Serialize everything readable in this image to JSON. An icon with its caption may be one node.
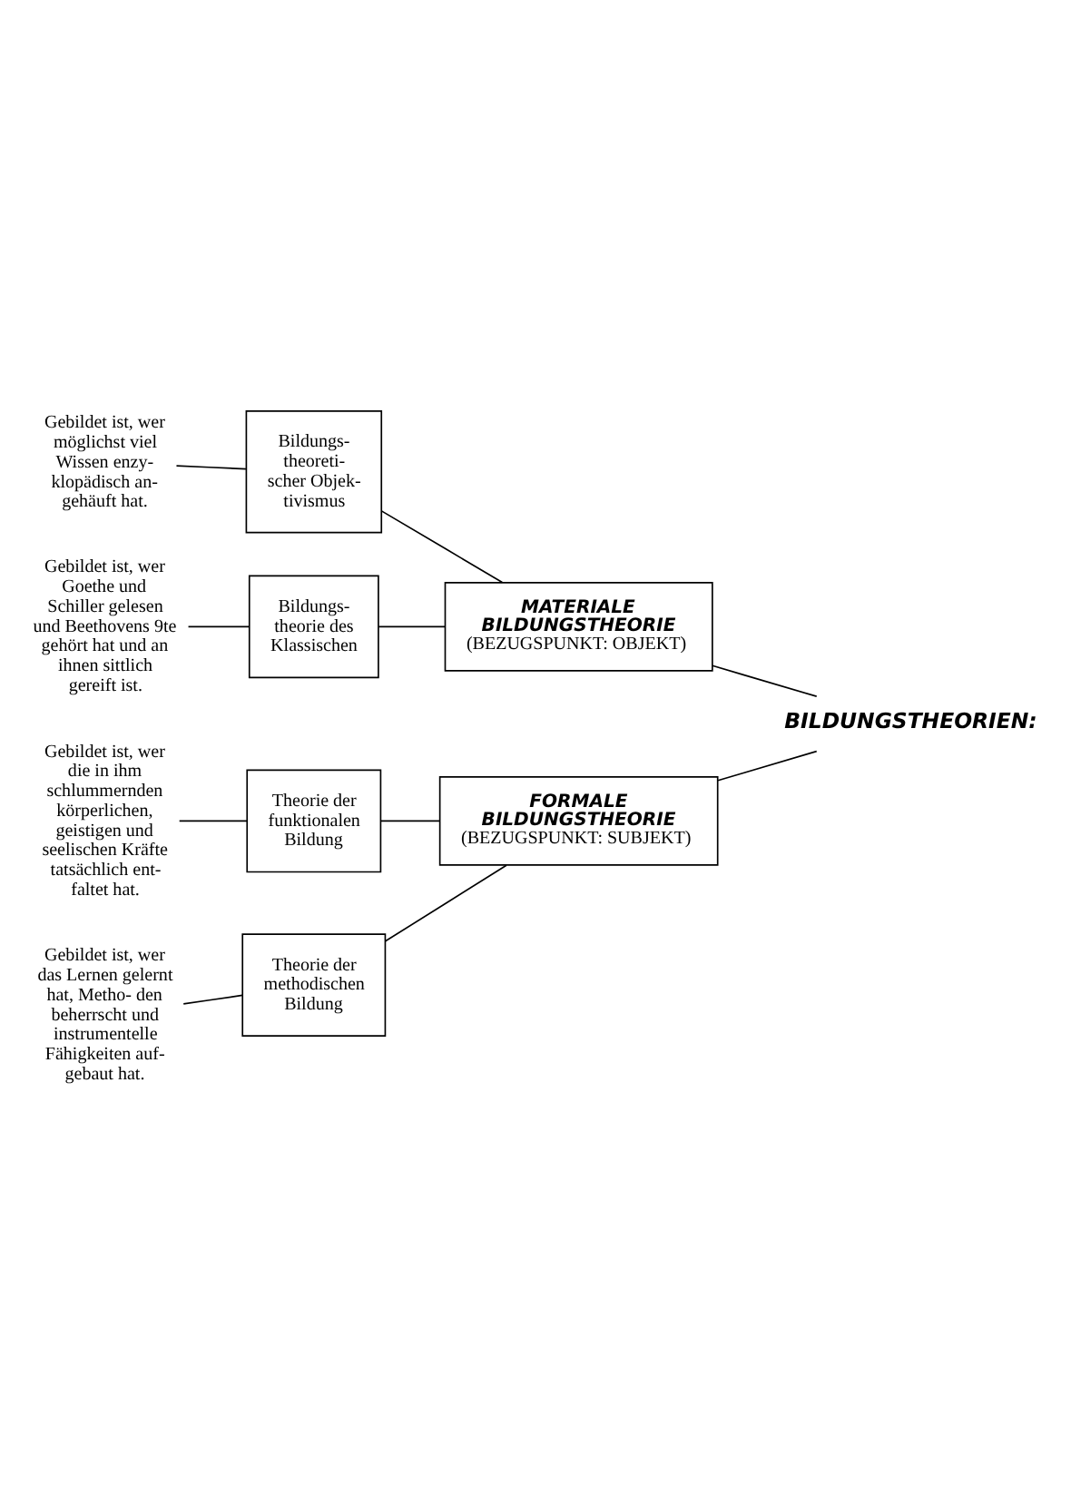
{
  "diagram": {
    "nodes": [
      {
        "text": [
          "BILDUNGSTHEORIEN:"
        ]
      },
      {
        "text": [
          "MATERIALE BILDUNGSTHEORIE",
          "(BEZUGSPUNKT: OBJEKT)"
        ]
      },
      {
        "text": [
          "FORMALE BILDUNGSTHEORIE",
          "(BEZUGSPUNKT: SUBJEKT)"
        ]
      },
      {
        "text": [
          "Bildungs- theoreti- scher Objek- tivismus"
        ]
      },
      {
        "text": [
          "Bildungs- theorie des Klassischen"
        ]
      },
      {
        "text": [
          "Theorie der funktionalen Bildung"
        ]
      },
      {
        "text": [
          "Theorie der methodischen Bildung"
        ]
      },
      {
        "text": [
          "Gebildet ist, wer möglichst viel Wissen enzy- klopädisch an- gehäuft hat."
        ]
      },
      {
        "text": [
          "Gebildet ist, wer Goethe und Schiller gelesen und Beethovens 9te gehört hat und an ihnen sittlich gereift ist."
        ]
      },
      {
        "text": [
          "Gebildet ist, wer die in ihm schlummernden körperlichen, geistigen und seelischen Kräfte tatsächlich ent- faltet hat."
        ]
      },
      {
        "text": [
          "Gebildet ist, wer das Lernen gelernt hat, Metho- den beherrscht und instrumentelle Fähigkeiten auf- gebaut hat."
        ]
      }
    ],
    "edges": [
      {
        "from": 0,
        "to": 1,
        "arrow": "none"
      },
      {
        "from": 0,
        "to": 2,
        "arrow": "none"
      },
      {
        "from": 1,
        "to": 3,
        "arrow": "none"
      },
      {
        "from": 1,
        "to": 4,
        "arrow": "none"
      },
      {
        "from": 2,
        "to": 5,
        "arrow": "none"
      },
      {
        "from": 2,
        "to": 6,
        "arrow": "none"
      },
      {
        "from": 3,
        "to": 7,
        "arrow": "none"
      },
      {
        "from": 4,
        "to": 8,
        "arrow": "none"
      },
      {
        "from": 5,
        "to": 9,
        "arrow": "none"
      },
      {
        "from": 6,
        "to": 10,
        "arrow": "none"
      }
    ]
  }
}
